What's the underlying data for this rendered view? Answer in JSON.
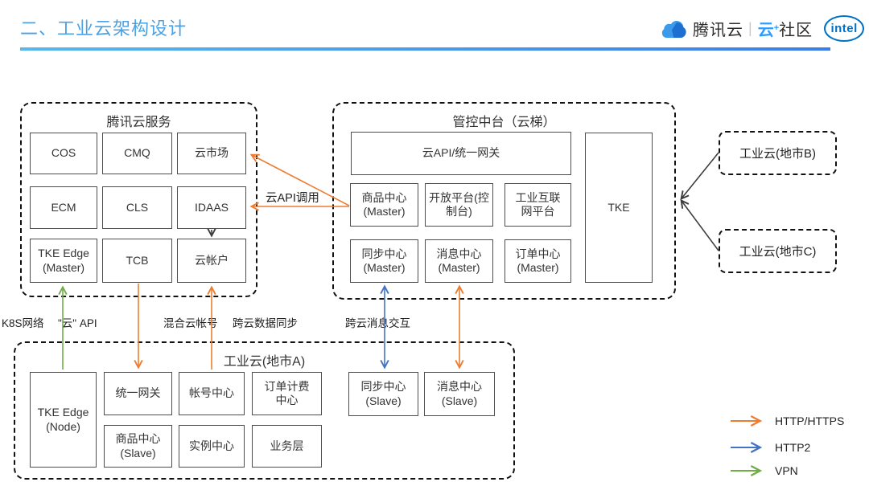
{
  "page": {
    "title": "二、工业云架构设计"
  },
  "brand": {
    "tencent": "腾讯云",
    "divider": "|",
    "cloud": "云",
    "plus": "+",
    "community": "社区",
    "intel": "intel"
  },
  "colors": {
    "title_blue": "#4AA1E3",
    "http": "#ED7D31",
    "http2": "#4472C4",
    "vpn": "#70AD47",
    "black": "#3d3d3d"
  },
  "groups": {
    "tencent_services": {
      "title": "腾讯云服务",
      "boxes": [
        "COS",
        "CMQ",
        "云市场",
        "ECM",
        "CLS",
        "IDAAS",
        "TKE Edge (Master)",
        "TCB",
        "云帐户"
      ]
    },
    "control_platform": {
      "title": "管控中台（云梯）",
      "gateway": "云API/统一网关",
      "tke": "TKE",
      "row1": [
        "商品中心(Master)",
        "开放平台(控制台)",
        "工业互联网平台"
      ],
      "row2": [
        "同步中心(Master)",
        "消息中心(Master)",
        "订单中心(Master)"
      ]
    },
    "industrial_b": {
      "title": "工业云(地市B)"
    },
    "industrial_c": {
      "title": "工业云(地市C)"
    },
    "industrial_a": {
      "title": "工业云(地市A)",
      "tke_edge": "TKE Edge (Node)",
      "row1": [
        "统一网关",
        "帐号中心",
        "订单计费中心"
      ],
      "row2": [
        "商品中心(Slave)",
        "实例中心",
        "业务层"
      ],
      "slaves": [
        "同步中心(Slave)",
        "消息中心(Slave)"
      ]
    }
  },
  "connector_labels": {
    "k8s": "K8S网络",
    "cloud_api": "\"云\" API",
    "mixed_account": "混合云帐号",
    "cross_sync": "跨云数据同步",
    "cross_msg": "跨云消息交互",
    "cloud_api_call": "云API调用"
  },
  "legend": [
    {
      "label": "HTTP/HTTPS",
      "color": "#ED7D31"
    },
    {
      "label": "HTTP2",
      "color": "#4472C4"
    },
    {
      "label": "VPN",
      "color": "#70AD47"
    }
  ]
}
